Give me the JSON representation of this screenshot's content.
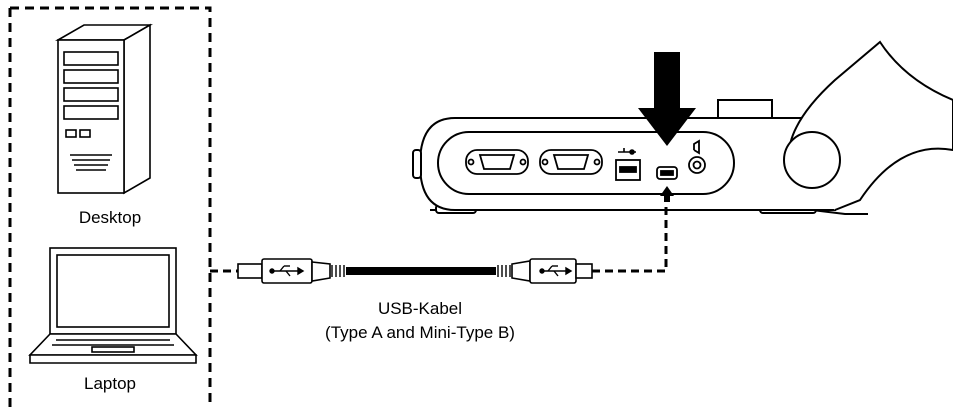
{
  "labels": {
    "desktop": "Desktop",
    "laptop": "Laptop",
    "cable_name": "USB-Kabel",
    "cable_type": "(Type A and Mini-Type B)"
  },
  "icons": [
    "desktop-tower-icon",
    "laptop-icon",
    "usb-symbol-icon",
    "down-arrow-icon",
    "up-arrow-icon",
    "audio-jack-icon"
  ],
  "colors": {
    "line": "#000000",
    "device_fill": "#ffffff",
    "panel_fill": "#ffffff"
  }
}
